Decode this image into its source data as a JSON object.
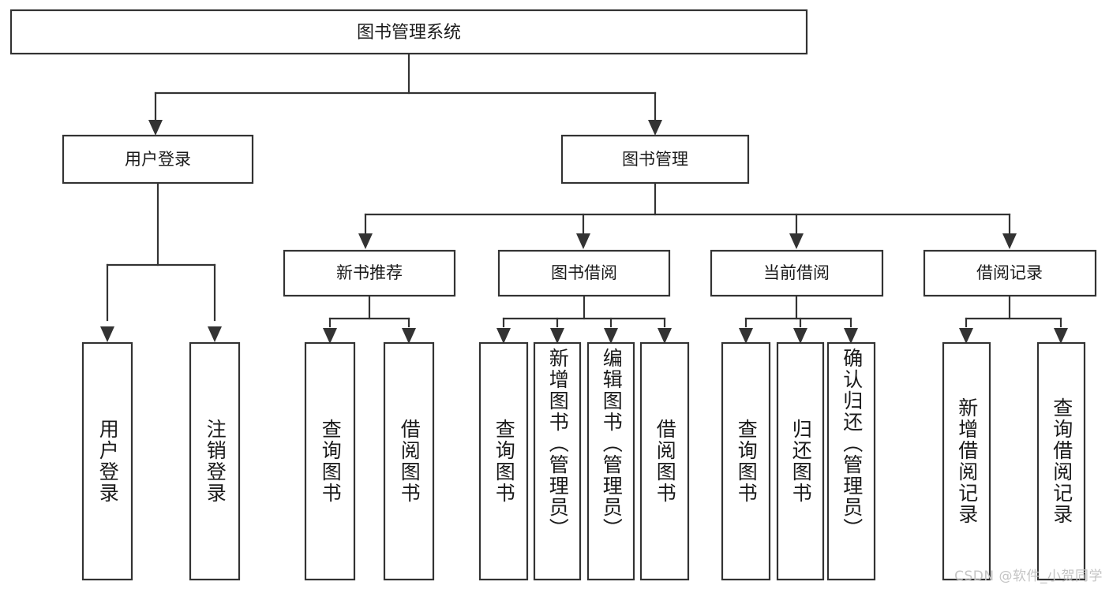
{
  "diagram": {
    "type": "tree-hierarchy-chart",
    "title": "图书管理系统",
    "colors": {
      "box_fill": "#ffffff",
      "box_stroke": "#333333",
      "text": "#1a1a1a",
      "background": "#ffffff",
      "watermark": "#c4c4c4"
    },
    "root": {
      "label": "图书管理系统"
    },
    "level2": [
      {
        "label": "用户登录"
      },
      {
        "label": "图书管理"
      }
    ],
    "level3": [
      {
        "label": "新书推荐"
      },
      {
        "label": "图书借阅"
      },
      {
        "label": "当前借阅"
      },
      {
        "label": "借阅记录"
      }
    ],
    "leaves": {
      "user_login": [
        {
          "label": "用户登录"
        },
        {
          "label": "注销登录"
        }
      ],
      "new_book_recommend": [
        {
          "label": "查询图书"
        },
        {
          "label": "借阅图书"
        }
      ],
      "book_borrow": [
        {
          "label": "查询图书"
        },
        {
          "label": "新增图书（管理员）"
        },
        {
          "label": "编辑图书（管理员）"
        },
        {
          "label": "借阅图书"
        }
      ],
      "current_borrow": [
        {
          "label": "查询图书"
        },
        {
          "label": "归还图书"
        },
        {
          "label": "确认归还（管理员）"
        }
      ],
      "borrow_record": [
        {
          "label": "新增借阅记录"
        },
        {
          "label": "查询借阅记录"
        }
      ]
    },
    "watermark": "CSDN @软件_小贺同学"
  }
}
